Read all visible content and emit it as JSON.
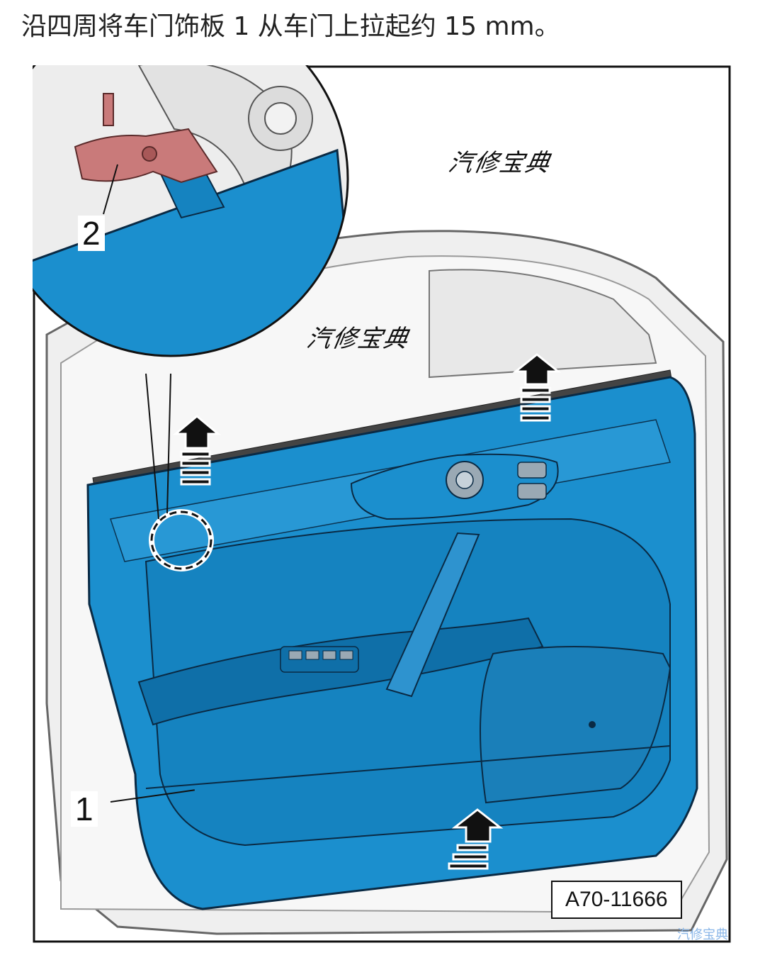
{
  "caption": "沿四周将车门饰板 1 从车门上拉起约 15 mm。",
  "figure": {
    "callouts": [
      {
        "id": "1",
        "label": "1"
      },
      {
        "id": "2",
        "label": "2"
      }
    ],
    "watermarks": [
      "汽修宝典",
      "汽修宝典"
    ],
    "reference_code": "A70-11666",
    "corner_mark": "汽修宝典",
    "colors": {
      "panel": "#1b8fce",
      "panel_dark": "#0f6fa8",
      "outline": "#0a2a44",
      "clip": "#c97a7a",
      "frame": "#d9d9d9"
    }
  }
}
